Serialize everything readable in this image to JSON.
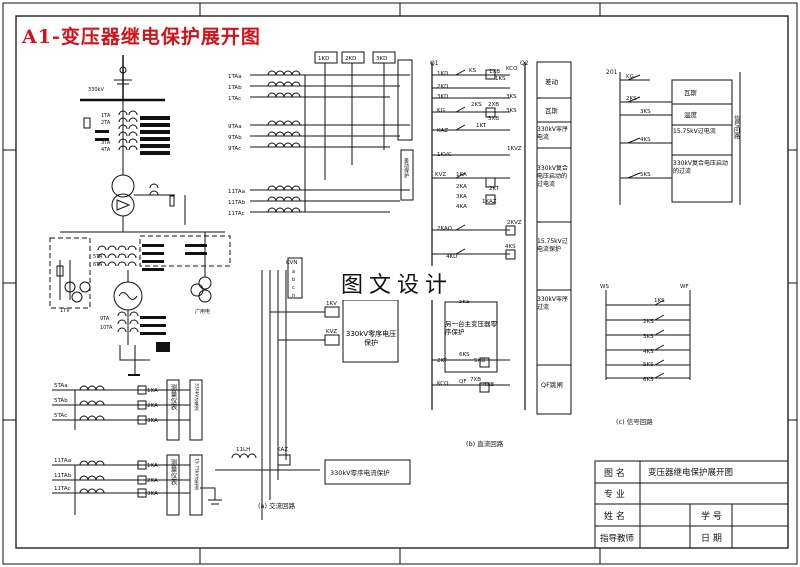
{
  "title": "A1-变压器继电保护展开图",
  "watermark": "图文设计",
  "captions": {
    "ac": "(a) 交流回路",
    "dc": "(b) 直流回路",
    "signal": "(c) 信号回路"
  },
  "title_block": {
    "fig_label": "图 名",
    "fig_name": "变压器继电保护展开图",
    "major_label": "专 业",
    "name_label": "姓 名",
    "student_id_label": "学 号",
    "advisor_label": "指导教师",
    "date_label": "日 期"
  },
  "primary": {
    "bus_kv": "330kV",
    "ct_labels": [
      "1TA",
      "2TA",
      "3TA",
      "4TA",
      "5TA",
      "6TA"
    ],
    "pt_label": "1TV",
    "side_label": "广用电",
    "lower_labels": [
      "9TA",
      "10TA"
    ]
  },
  "ac_circuit": {
    "ct_group1": [
      "1TAa",
      "1TAb",
      "1TAc"
    ],
    "ct_group2": [
      "9TAa",
      "9TAb",
      "9TAc"
    ],
    "ct_group3": [
      "11TAa",
      "11TAb",
      "11TAc"
    ],
    "kd_labels": [
      "1KD",
      "2KD",
      "3KD"
    ],
    "diff_relay_label": "差动保护",
    "kvn_label": "KVN",
    "kvn_phases": [
      "a",
      "b",
      "c",
      "n"
    ],
    "kv_label": "1KV",
    "kvz_label": "KVZ",
    "box_text": "330kV零序电压保护",
    "lower_ct1": [
      "5TAa",
      "5TAb",
      "5TAc"
    ],
    "lower_ka1": [
      "1KA",
      "2KA",
      "3KA"
    ],
    "lower_meter1": "测量仪表",
    "lower_side1": "330kV过电流",
    "lower_ct2": [
      "11TAa",
      "11TAb",
      "11TAc"
    ],
    "lower_ka2": [
      "1KA",
      "2KA",
      "3KA"
    ],
    "lower_meter2": "测量仪表",
    "lower_side2": "15.75kV过电流",
    "zs_ct": "11LH",
    "zs_relay": "KAZ",
    "zs_box": "330kV零序电流保护"
  },
  "dc_circuit": {
    "q_labels": [
      "Q1",
      "Q2"
    ],
    "contacts": [
      "1KD",
      "2KD",
      "3KD",
      "KG",
      "KS",
      "1KS",
      "2KS",
      "3KS",
      "KCO",
      "1XB",
      "2XB",
      "3XB",
      "1KT",
      "KAZ",
      "1KVZ",
      "1KVC",
      "1KA",
      "2KA",
      "3KA",
      "4KA",
      "KVZ",
      "2KT",
      "1KAZ",
      "2KVZ",
      "2KAO",
      "4KS",
      "4KD",
      "5KS",
      "6KS",
      "5XB",
      "KCO",
      "QF",
      "7XB",
      "4XB",
      "2KT",
      "3KS"
    ],
    "functions": [
      "差动",
      "瓦斯",
      "330kV零序电流",
      "330kV复合电压启动的过电流",
      "15.75kV过电流保护",
      "330kV零序过流",
      "QF跳闸"
    ],
    "partial_block": "另一台主变压器零序保护",
    "partial_top": "330kV"
  },
  "signal_circuit": {
    "bus": "201",
    "kg": "KG",
    "ks_items": [
      "2KS",
      "3KS",
      "4KS",
      "5KS"
    ],
    "functions": [
      "瓦斯",
      "温度",
      "15.75kV过电流",
      "330kV复合电压启动的过流"
    ],
    "side_label": "信号回路",
    "ws_label": "WS",
    "wf_label": "WF",
    "ks_column": [
      "1KS",
      "2KS",
      "3KS",
      "4KS",
      "5KS",
      "6KS"
    ]
  }
}
